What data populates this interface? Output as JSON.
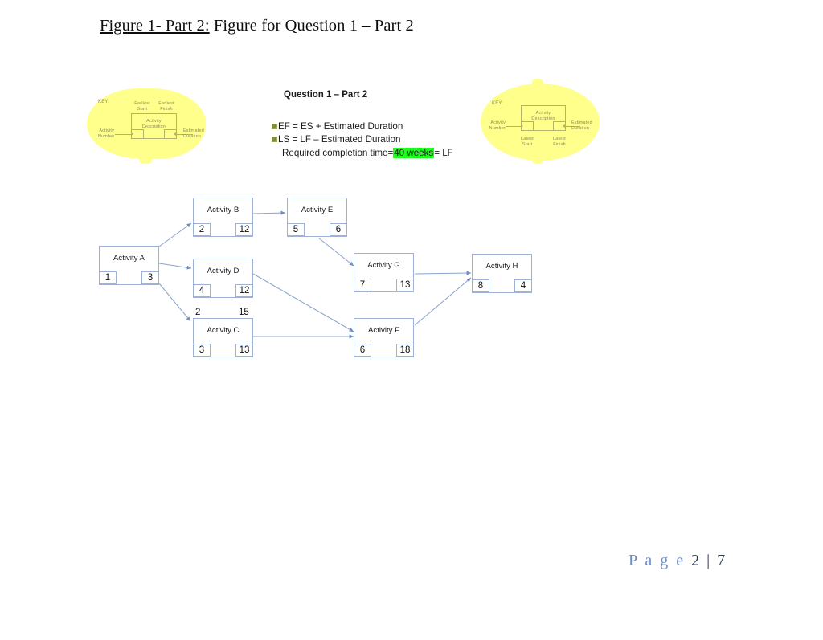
{
  "document": {
    "caption_lead": "Figure 1- Part 2:",
    "caption_rest": " Figure for Question 1 – Part 2",
    "footer_word": "P a g e ",
    "footer_pages": "2 | 7"
  },
  "key_left": {
    "title": "KEY:",
    "top_left_label": "Earliest\nStart",
    "top_left_label_l1": "Earliest",
    "top_left_label_l2": "Start",
    "top_right_label_l1": "Earliest",
    "top_right_label_l2": "Finish",
    "center_label_l1": "Activity",
    "center_label_l2": "Description",
    "left_label_l1": "Activity",
    "left_label_l2": "Number",
    "right_label_l1": "Estimated",
    "right_label_l2": "Duration"
  },
  "key_right": {
    "title": "KEY:",
    "center_label_l1": "Activity",
    "center_label_l2": "Description",
    "left_label_l1": "Activity",
    "left_label_l2": "Number",
    "right_label_l1": "Estimated",
    "right_label_l2": "Duration",
    "bottom_left_label_l1": "Latest",
    "bottom_left_label_l2": "Start",
    "bottom_right_label_l1": "Latest",
    "bottom_right_label_l2": "Finish"
  },
  "legend": {
    "title": "Question 1 – Part 2",
    "line1": "EF = ES + Estimated Duration",
    "line2": "LS = LF – Estimated Duration",
    "line3_pre": "Required completion time= ",
    "line3_highlight": "40 weeks",
    "line3_post": " = LF",
    "bullet_color": "#7f8c3f",
    "highlight_color": "#1aff1a"
  },
  "diagram": {
    "node_border_color": "#9db2d6",
    "edge_color": "#8aa4cf",
    "nodes": [
      {
        "id": "A",
        "title": "Activity A",
        "left_value": "1",
        "right_value": "3"
      },
      {
        "id": "B",
        "title": "Activity B",
        "left_value": "2",
        "right_value": "12"
      },
      {
        "id": "C",
        "title": "Activity C",
        "left_value": "3",
        "right_value": "13",
        "above_left": "2",
        "above_right": "15"
      },
      {
        "id": "D",
        "title": "Activity D",
        "left_value": "4",
        "right_value": "12"
      },
      {
        "id": "E",
        "title": "Activity E",
        "left_value": "5",
        "right_value": "6"
      },
      {
        "id": "F",
        "title": "Activity F",
        "left_value": "6",
        "right_value": "18"
      },
      {
        "id": "G",
        "title": "Activity G",
        "left_value": "7",
        "right_value": "13"
      },
      {
        "id": "H",
        "title": "Activity H",
        "left_value": "8",
        "right_value": "4"
      }
    ],
    "edges": [
      {
        "from": "A",
        "to": "B"
      },
      {
        "from": "A",
        "to": "D"
      },
      {
        "from": "A",
        "to": "C"
      },
      {
        "from": "B",
        "to": "E"
      },
      {
        "from": "E",
        "to": "G"
      },
      {
        "from": "D",
        "to": "F"
      },
      {
        "from": "C",
        "to": "F"
      },
      {
        "from": "G",
        "to": "H"
      },
      {
        "from": "F",
        "to": "H"
      }
    ]
  }
}
